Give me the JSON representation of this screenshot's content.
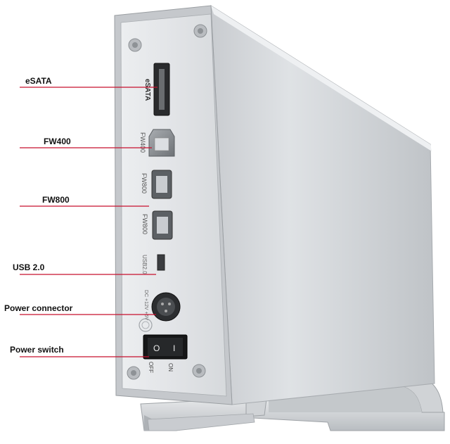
{
  "callouts": {
    "esata": "eSATA",
    "fw400": "FW400",
    "fw800": "FW800",
    "usb": "USB 2.0",
    "power_connector": "Power connector",
    "power_switch": "Power switch"
  },
  "panel_labels": {
    "esata": "eSATA",
    "fw400": "FW400",
    "fw800_top": "FW800",
    "fw800_bottom": "FW800",
    "usb": "USB2.0",
    "dc_rating": "DC +12V +5V",
    "switch_on": "ON",
    "switch_off": "OFF",
    "switch_on_symbol": "I",
    "switch_off_symbol": "O"
  },
  "colors": {
    "leader_line": "#c8102e",
    "enclosure": "#d9dcdf",
    "front_panel": "#e4e6e8"
  }
}
